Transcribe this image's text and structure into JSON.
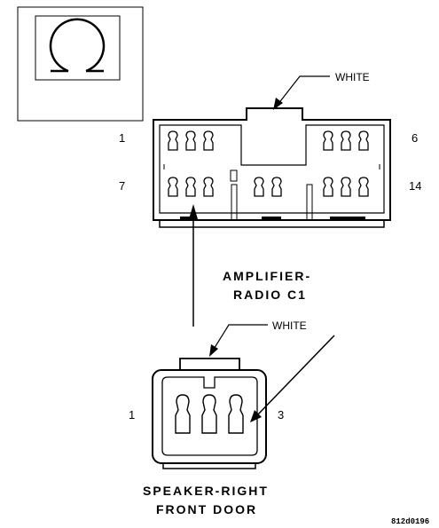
{
  "connectors": {
    "amplifier": {
      "name_line1": "AMPLIFIER-",
      "name_line2": "RADIO C1",
      "color_label": "WHITE",
      "pin_top_left": "1",
      "pin_top_right": "6",
      "pin_bottom_left": "7",
      "pin_bottom_right": "14"
    },
    "speaker": {
      "name_line1": "SPEAKER-RIGHT",
      "name_line2": "FRONT DOOR",
      "color_label": "WHITE",
      "pin_left": "1",
      "pin_right": "3"
    }
  },
  "figure_code": "812d0196",
  "icons": [
    "connector-face-view-icon"
  ]
}
